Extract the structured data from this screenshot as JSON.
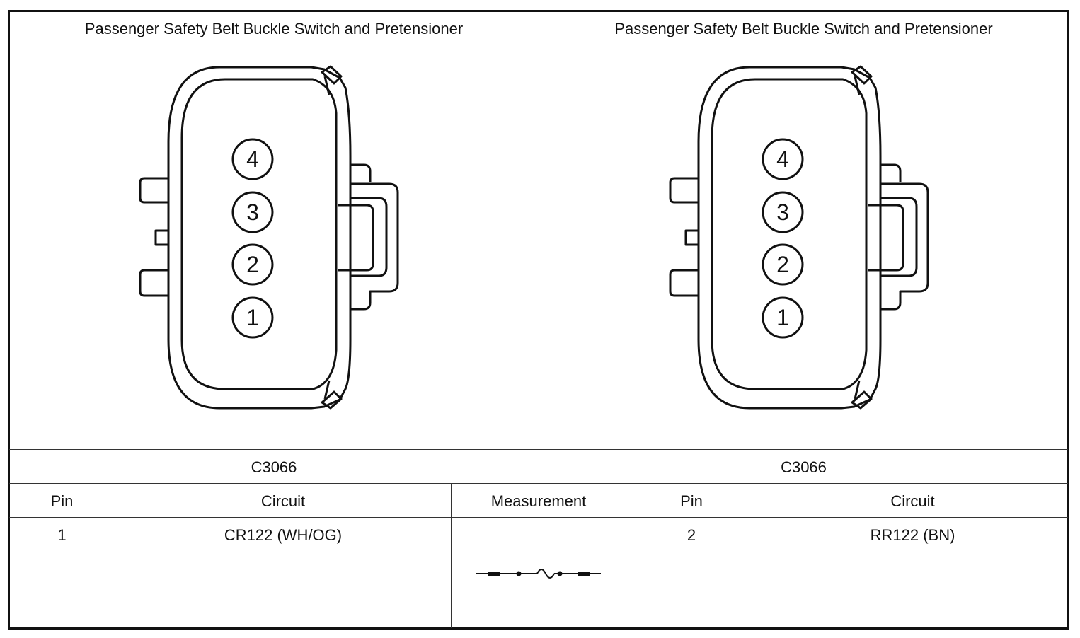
{
  "panels": [
    {
      "title": "Passenger Safety Belt Buckle Switch and Pretensioner",
      "connector_id": "C3066",
      "pins": [
        "4",
        "3",
        "2",
        "1"
      ]
    },
    {
      "title": "Passenger Safety Belt Buckle Switch and Pretensioner",
      "connector_id": "C3066",
      "pins": [
        "4",
        "3",
        "2",
        "1"
      ]
    }
  ],
  "table": {
    "headers": {
      "pin_a": "Pin",
      "circuit_a": "Circuit",
      "measurement": "Measurement",
      "pin_b": "Pin",
      "circuit_b": "Circuit"
    },
    "row": {
      "pin_a": "1",
      "circuit_a": "CR122 (WH/OG)",
      "measurement_icon": "resistance-symbol-icon",
      "pin_b": "2",
      "circuit_b": "RR122 (BN)"
    }
  }
}
